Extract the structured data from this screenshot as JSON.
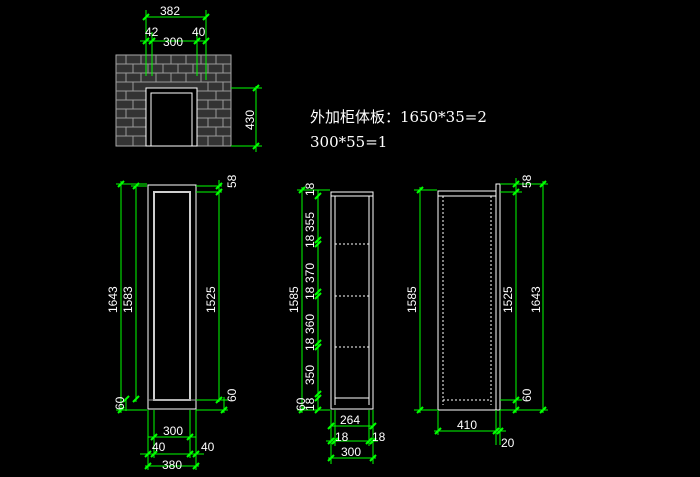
{
  "note": {
    "line1": "外加柜体板：1650*35=2",
    "line2": "300*55=1"
  },
  "plan_view": {
    "dim_total": "382",
    "dim_left": "42",
    "dim_inner": "300",
    "dim_right": "40",
    "dim_height": "430"
  },
  "front_view": {
    "dim_total_height": "1643",
    "dim_frame_height": "1583",
    "dim_bottom_left": "60",
    "dim_top_right": "58",
    "dim_opening_height": "1525",
    "dim_bottom_right": "60",
    "dim_inner_width": "300",
    "dim_stile_left": "40",
    "dim_stile_right": "40",
    "dim_total_width": "380"
  },
  "section_view": {
    "dim_total_height": "1585",
    "shelf_dims": [
      "18",
      "355",
      "18",
      "370",
      "18",
      "360",
      "18",
      "350",
      "18",
      "60"
    ],
    "dim_depth": "264",
    "dim_side_left": "18",
    "dim_side_right": "18",
    "dim_outer_width": "300"
  },
  "side_view": {
    "dim_left_height": "1585",
    "dim_top": "58",
    "dim_middle": "1525",
    "dim_total_height": "1643",
    "dim_bottom": "60",
    "dim_depth": "410",
    "dim_back": "20"
  }
}
